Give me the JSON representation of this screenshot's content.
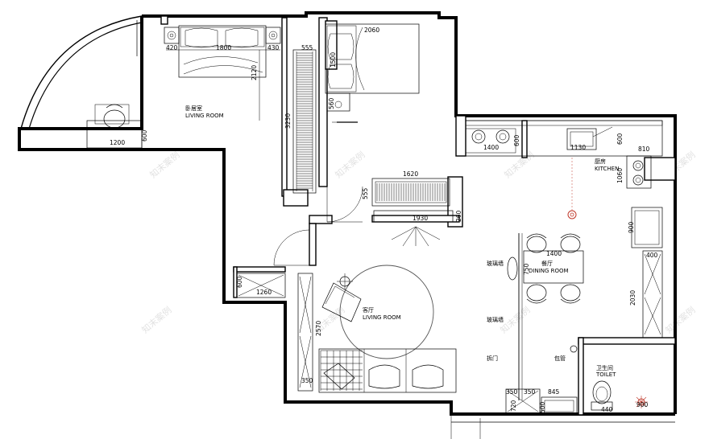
{
  "rooms": {
    "bedroom_cn": "卧居室",
    "bedroom_en": "LIVING ROOM",
    "kitchen_cn": "厨房",
    "kitchen_en": "KITCHEN",
    "dining_cn": "餐厅",
    "dining_en": "DINING ROOM",
    "living_cn": "客厅",
    "living_en": "LIVING ROOM",
    "toilet_cn": "卫生间",
    "toilet_en": "TOILET"
  },
  "labels": {
    "glass_wall_1": "玻璃墙",
    "glass_wall_2": "玻璃墙",
    "sliding_door": "拆门",
    "pipe": "包管"
  },
  "dimensions": {
    "d420": "420",
    "d1800": "1800",
    "d430": "430",
    "d2120": "2120",
    "d555a": "555",
    "d1500": "1500",
    "d2060": "2060",
    "d560": "560",
    "d3230": "3230",
    "d1200": "1200",
    "d600a": "600",
    "d1620": "1620",
    "d555b": "555",
    "d1930": "1930",
    "d260": "260",
    "d1400a": "1400",
    "d600b": "600",
    "d1130": "1130",
    "d600c": "600",
    "d810": "810",
    "d1060": "1060",
    "d900a": "900",
    "d1400b": "1400",
    "d750": "750",
    "d400": "400",
    "d2030": "2030",
    "d600d": "600",
    "d1260": "1260",
    "d2570": "2570",
    "d350a": "350",
    "d350b": "350",
    "d350c": "350",
    "d845": "845",
    "d720": "720",
    "d500": "500",
    "d440": "440",
    "d900b": "900"
  },
  "watermark": "知末案例"
}
